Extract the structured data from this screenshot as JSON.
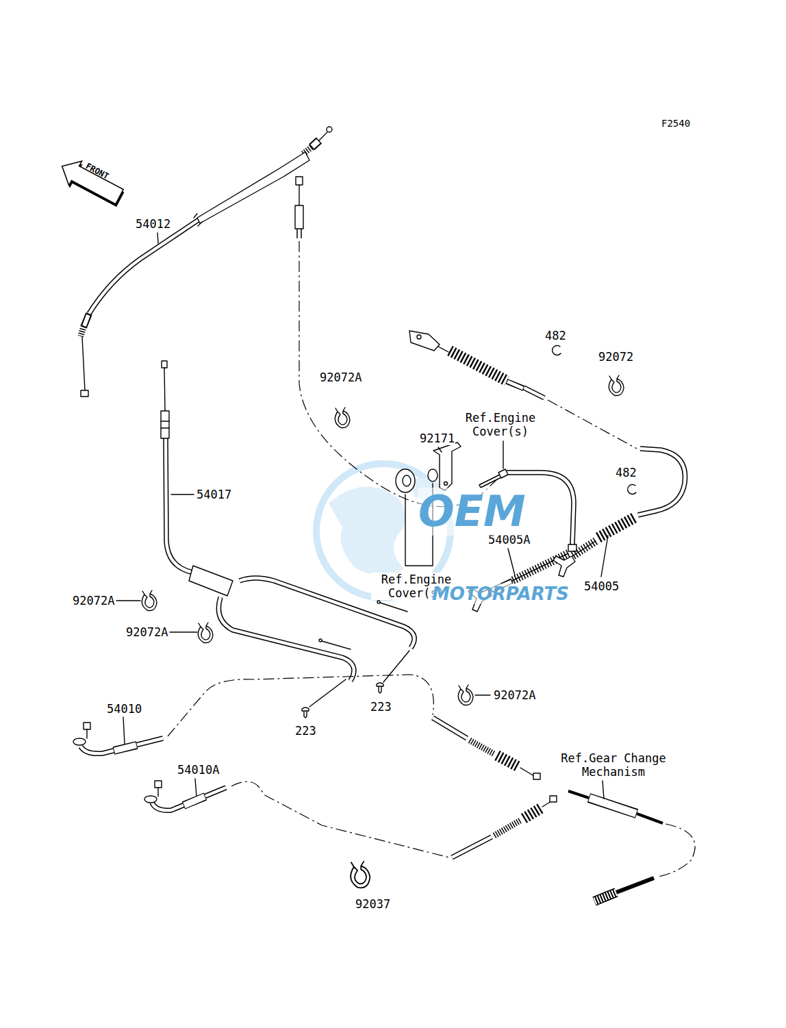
{
  "diagram": {
    "labels": [
      "F2540",
      "FRONT",
      "54012",
      "92072A",
      "482",
      "92072",
      "Ref.Engine Cover(s)",
      "92171",
      "482",
      "54017",
      "Ref.Engine Cover(s)",
      "54005A",
      "54005",
      "92072A",
      "92072A",
      "223",
      "92072A",
      "54010",
      "223",
      "54010A",
      "Ref.Gear Change Mechanism",
      "92037",
      "OEM",
      "MOTORPARTS"
    ]
  }
}
